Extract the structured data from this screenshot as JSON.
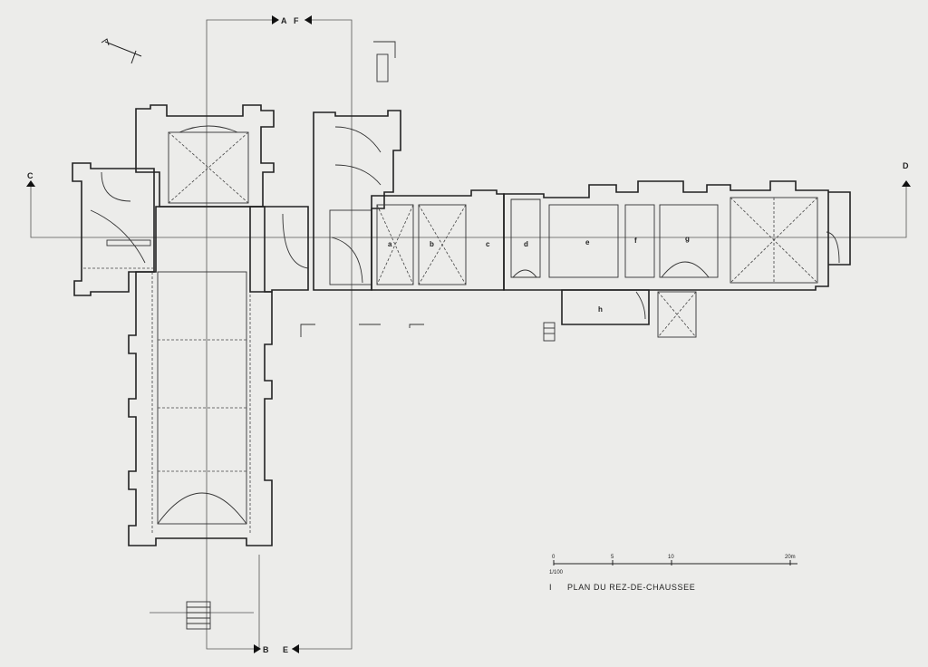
{
  "section_marks": {
    "A": "A",
    "B": "B",
    "C": "C",
    "D": "D",
    "E": "E",
    "F": "F"
  },
  "rooms": [
    "a",
    "b",
    "c",
    "d",
    "e",
    "f",
    "g",
    "h"
  ],
  "scale": {
    "ticks": [
      "0",
      "5",
      "10",
      "20m"
    ],
    "ratio": "1/100"
  },
  "title": {
    "number": "I",
    "text": "PLAN DU REZ-DE-CHAUSSEE"
  }
}
